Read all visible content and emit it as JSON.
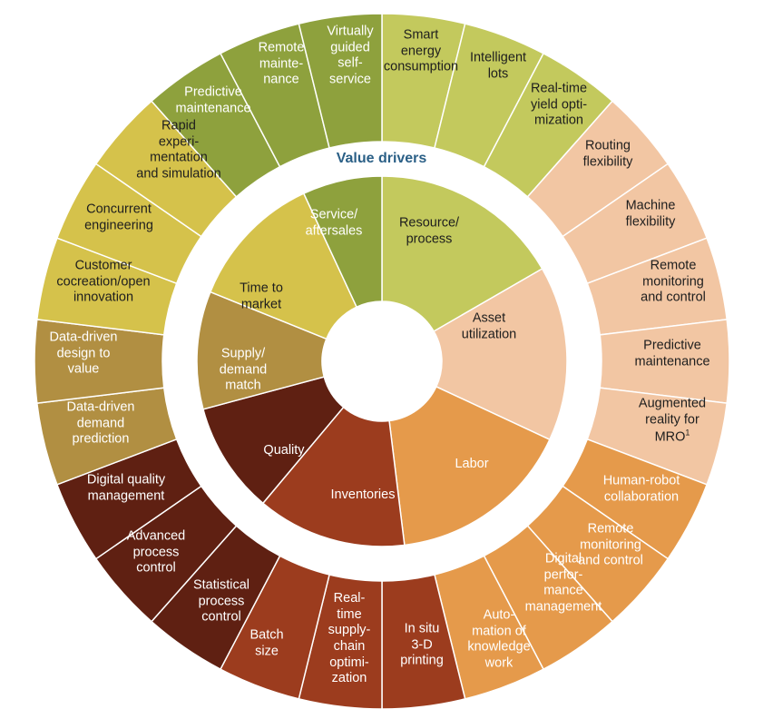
{
  "title": "Value drivers",
  "colors": {
    "service": "#8ea13d",
    "resource": "#c3c95d",
    "asset": "#f2c6a3",
    "labor": "#e59a4b",
    "inventories": "#9c3c1e",
    "quality": "#5f2012",
    "supply": "#b18f42",
    "time": "#d5c24b"
  },
  "inner": [
    {
      "id": "resource",
      "label": "Resource/\nprocess",
      "color": "#c3c95d",
      "text": "dark"
    },
    {
      "id": "asset",
      "label": "Asset\nutilization",
      "color": "#f2c6a3",
      "text": "dark"
    },
    {
      "id": "labor",
      "label": "Labor",
      "color": "#e59a4b",
      "text": "light"
    },
    {
      "id": "inventories",
      "label": "Inventories",
      "color": "#9c3c1e",
      "text": "light"
    },
    {
      "id": "quality",
      "label": "Quality",
      "color": "#5f2012",
      "text": "light"
    },
    {
      "id": "supply",
      "label": "Supply/\ndemand\nmatch",
      "color": "#b18f42",
      "text": "light"
    },
    {
      "id": "time",
      "label": "Time to\nmarket",
      "color": "#d5c24b",
      "text": "dark"
    },
    {
      "id": "service",
      "label": "Service/\naftersales",
      "color": "#8ea13d",
      "text": "light"
    }
  ],
  "outer": [
    {
      "group": "resource",
      "label": "Smart\nenergy\nconsumption",
      "text": "dark"
    },
    {
      "group": "resource",
      "label": "Intelligent\nlots",
      "text": "dark"
    },
    {
      "group": "resource",
      "label": "Real-time\nyield opti-\nmization",
      "text": "dark"
    },
    {
      "group": "asset",
      "label": "Routing\nflexibility",
      "text": "dark"
    },
    {
      "group": "asset",
      "label": "Machine\nflexibility",
      "text": "dark"
    },
    {
      "group": "asset",
      "label": "Remote\nmonitoring\nand control",
      "text": "dark"
    },
    {
      "group": "asset",
      "label": "Predictive\nmaintenance",
      "text": "dark"
    },
    {
      "group": "asset",
      "label": "Augmented\nreality for\nMRO",
      "sup": "1",
      "text": "dark"
    },
    {
      "group": "labor",
      "label": "Human-robot\ncollaboration",
      "text": "light"
    },
    {
      "group": "labor",
      "label": "Remote\nmonitoring\nand control",
      "text": "light"
    },
    {
      "group": "labor",
      "label": "Digital\nperfor-\nmance\nmanagement",
      "text": "light"
    },
    {
      "group": "labor",
      "label": "Auto-\nmation of\nknowledge\nwork",
      "text": "light"
    },
    {
      "group": "inventories",
      "label": "In situ\n3-D\nprinting",
      "text": "light"
    },
    {
      "group": "inventories",
      "label": "Real-\ntime\nsupply-\nchain\noptimi-\nzation",
      "text": "light"
    },
    {
      "group": "inventories",
      "label": "Batch\nsize",
      "text": "light"
    },
    {
      "group": "quality",
      "label": "Statistical\nprocess\ncontrol",
      "text": "light"
    },
    {
      "group": "quality",
      "label": "Advanced\nprocess\ncontrol",
      "text": "light"
    },
    {
      "group": "quality",
      "label": "Digital quality\nmanagement",
      "text": "light"
    },
    {
      "group": "supply",
      "label": "Data-driven\ndemand\nprediction",
      "text": "light"
    },
    {
      "group": "supply",
      "label": "Data-driven\ndesign to\nvalue",
      "text": "light"
    },
    {
      "group": "time",
      "label": "Customer\ncocreation/open\ninnovation",
      "text": "dark"
    },
    {
      "group": "time",
      "label": "Concurrent\nengineering",
      "text": "dark"
    },
    {
      "group": "time",
      "label": "Rapid\nexperi-\nmentation\nand simulation",
      "text": "dark"
    },
    {
      "group": "service",
      "label": "Predictive\nmaintenance",
      "text": "light"
    },
    {
      "group": "service",
      "label": "Remote\nmainte-\nnance",
      "text": "light"
    },
    {
      "group": "service",
      "label": "Virtually\nguided\nself-\nservice",
      "text": "light"
    }
  ]
}
